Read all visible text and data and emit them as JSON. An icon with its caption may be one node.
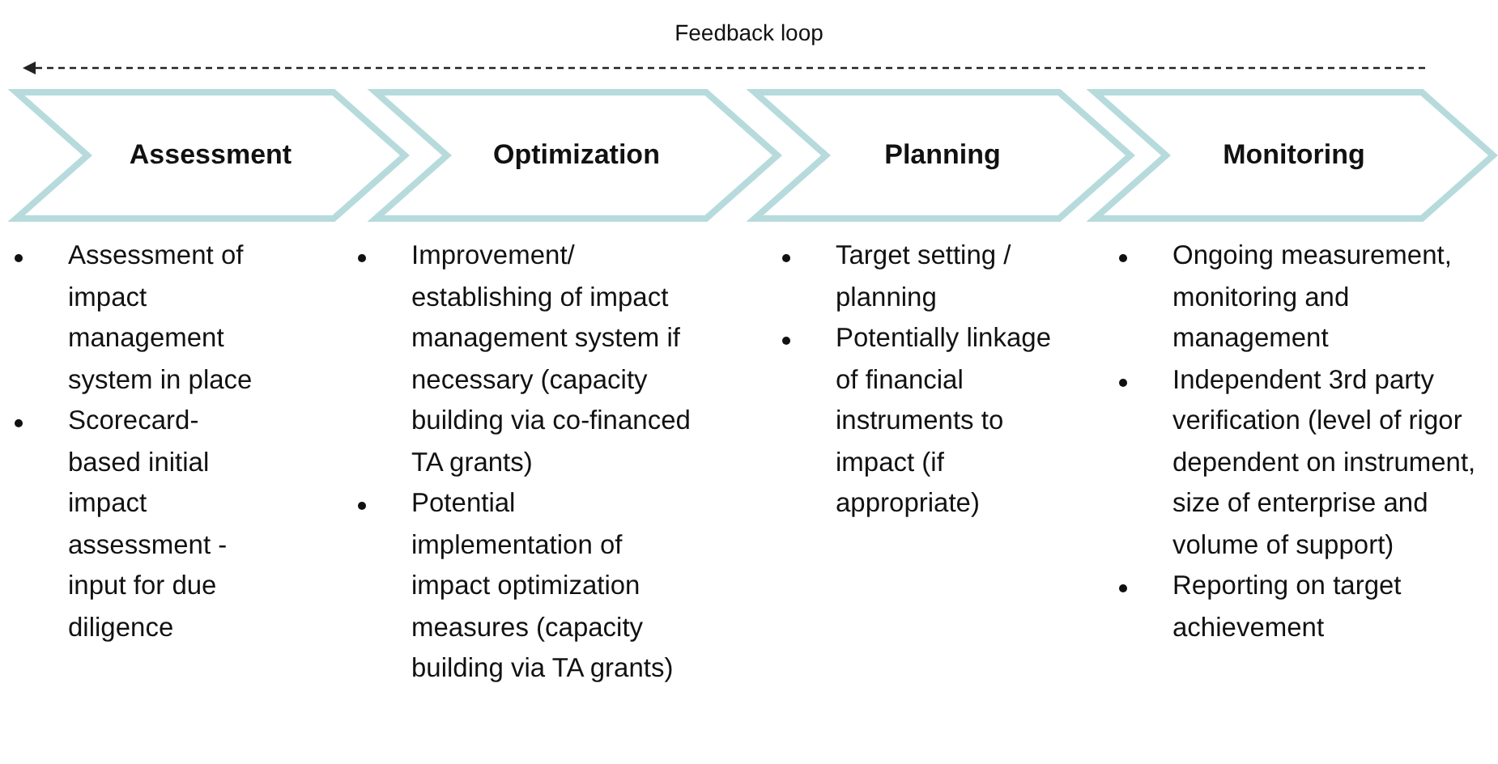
{
  "diagram": {
    "nodes": [
      {
        "text": [
          "Assessment"
        ],
        "beside": [
          "Assessment of impact management system in place",
          "Scorecard-based initial impact assessment - input for due diligence"
        ]
      },
      {
        "text": [
          "Optimization"
        ],
        "beside": [
          "Improvement/ establishing of impact management system if necessary (capacity building via co-financed TA grants)",
          "Potential implementation of impact optimization measures (capacity building via TA grants)"
        ]
      },
      {
        "text": [
          "Planning"
        ],
        "beside": [
          "Target setting / planning",
          "Potentially linkage of financial instruments to impact (if appropriate)"
        ]
      },
      {
        "text": [
          "Monitoring"
        ],
        "beside": [
          "Ongoing measurement, monitoring and management",
          "Independent 3rd party verification (level of rigor dependent on instrument, size of enterprise and volume of support)",
          "Reporting on target achievement"
        ]
      }
    ],
    "edges": [],
    "labels": [
      "Feedback loop"
    ]
  }
}
